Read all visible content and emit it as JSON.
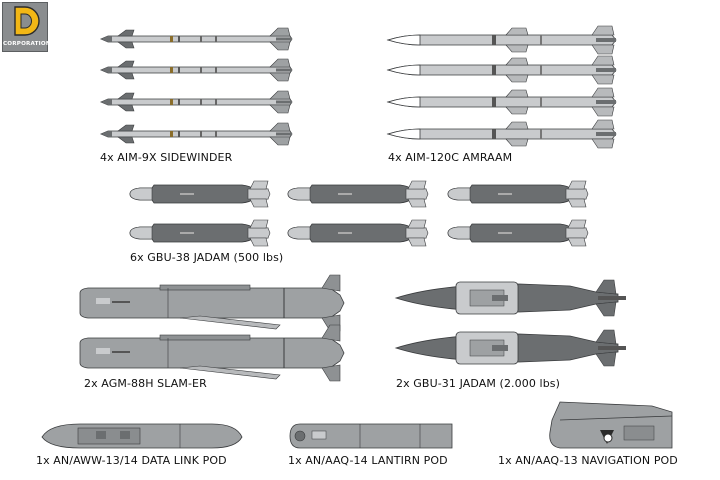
{
  "brand": {
    "mark": "D",
    "name": "CORPORATION"
  },
  "labels": {
    "sidewinder": "4x AIM-9X SIDEWINDER",
    "amraam": "4x AIM-120C AMRAAM",
    "gbu38": "6x GBU-38 JADAM (500 lbs)",
    "slamer": "2x AGM-88H SLAM-ER",
    "gbu31": "2x GBU-31 JADAM (2.000 lbs)",
    "datalink": "1x AN/AWW-13/14 DATA LINK POD",
    "lantirn": "1x AN/AAQ-14 LANTIRN POD",
    "navpod": "1x AN/AAQ-13 NAVIGATION POD"
  },
  "colors": {
    "light_gray": "#c9cbcd",
    "mid_gray": "#9ea1a3",
    "dark_gray": "#6b6e70",
    "outline": "#3a3c3e"
  }
}
